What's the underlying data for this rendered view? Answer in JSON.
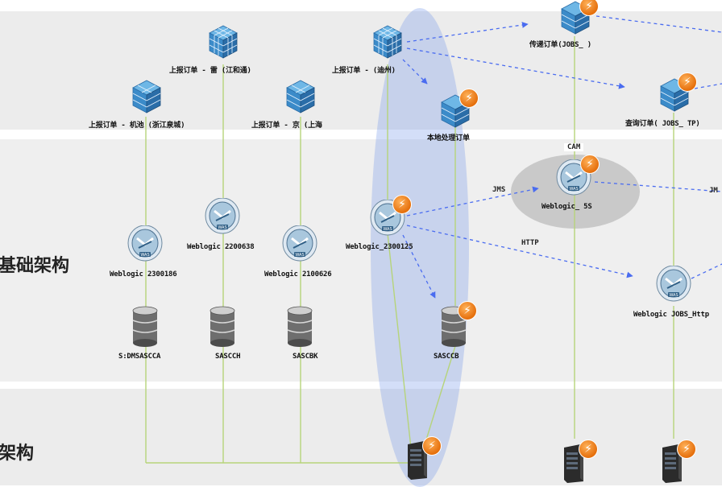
{
  "lanes": {
    "middle": "基础架构",
    "bottom": "架构"
  },
  "nodes": {
    "order_jobs": "传递订单(JOBS_ )",
    "report_order_3": "上报订单 - 雷 (江和通)",
    "report_order_4": "上报订单 - (迪州)",
    "report_order_1": "上报订单 - 机池 (浙江泉城)",
    "report_order_2": "上报订单 - 京 (上海",
    "local_process": "本地处理订单",
    "query_order": "查询订单( JOBS_ TP)",
    "weblogic_2300186": "Weblogic 2300186",
    "weblogic_2200638": "Weblogic 2200638",
    "weblogic_2100626": "Weblogic 2100626",
    "weblogic_2300125": "Weblogic_2300125",
    "weblogic_s": "Weblogic_ 5S",
    "weblogic_jobs_http": "Weblogic JOBS_Http",
    "db_1": "S:DMSASCCA",
    "db_2": "SASCCH",
    "db_3": "SASCBK",
    "db_4": "SASCCB"
  },
  "edge_labels": {
    "jms": "JMS",
    "http": "HTTP",
    "cam": "CAM",
    "jm": "JM"
  },
  "icons": {
    "app": "cube-icon",
    "server": "was-icon",
    "database": "database-icon",
    "host": "server-icon",
    "badge": "lightning-icon"
  },
  "colors": {
    "halo_blue": "#82a0eb",
    "link_dashed": "#4a6cf0",
    "link_solid": "#b6d47a",
    "badge": "#e56f0c"
  }
}
